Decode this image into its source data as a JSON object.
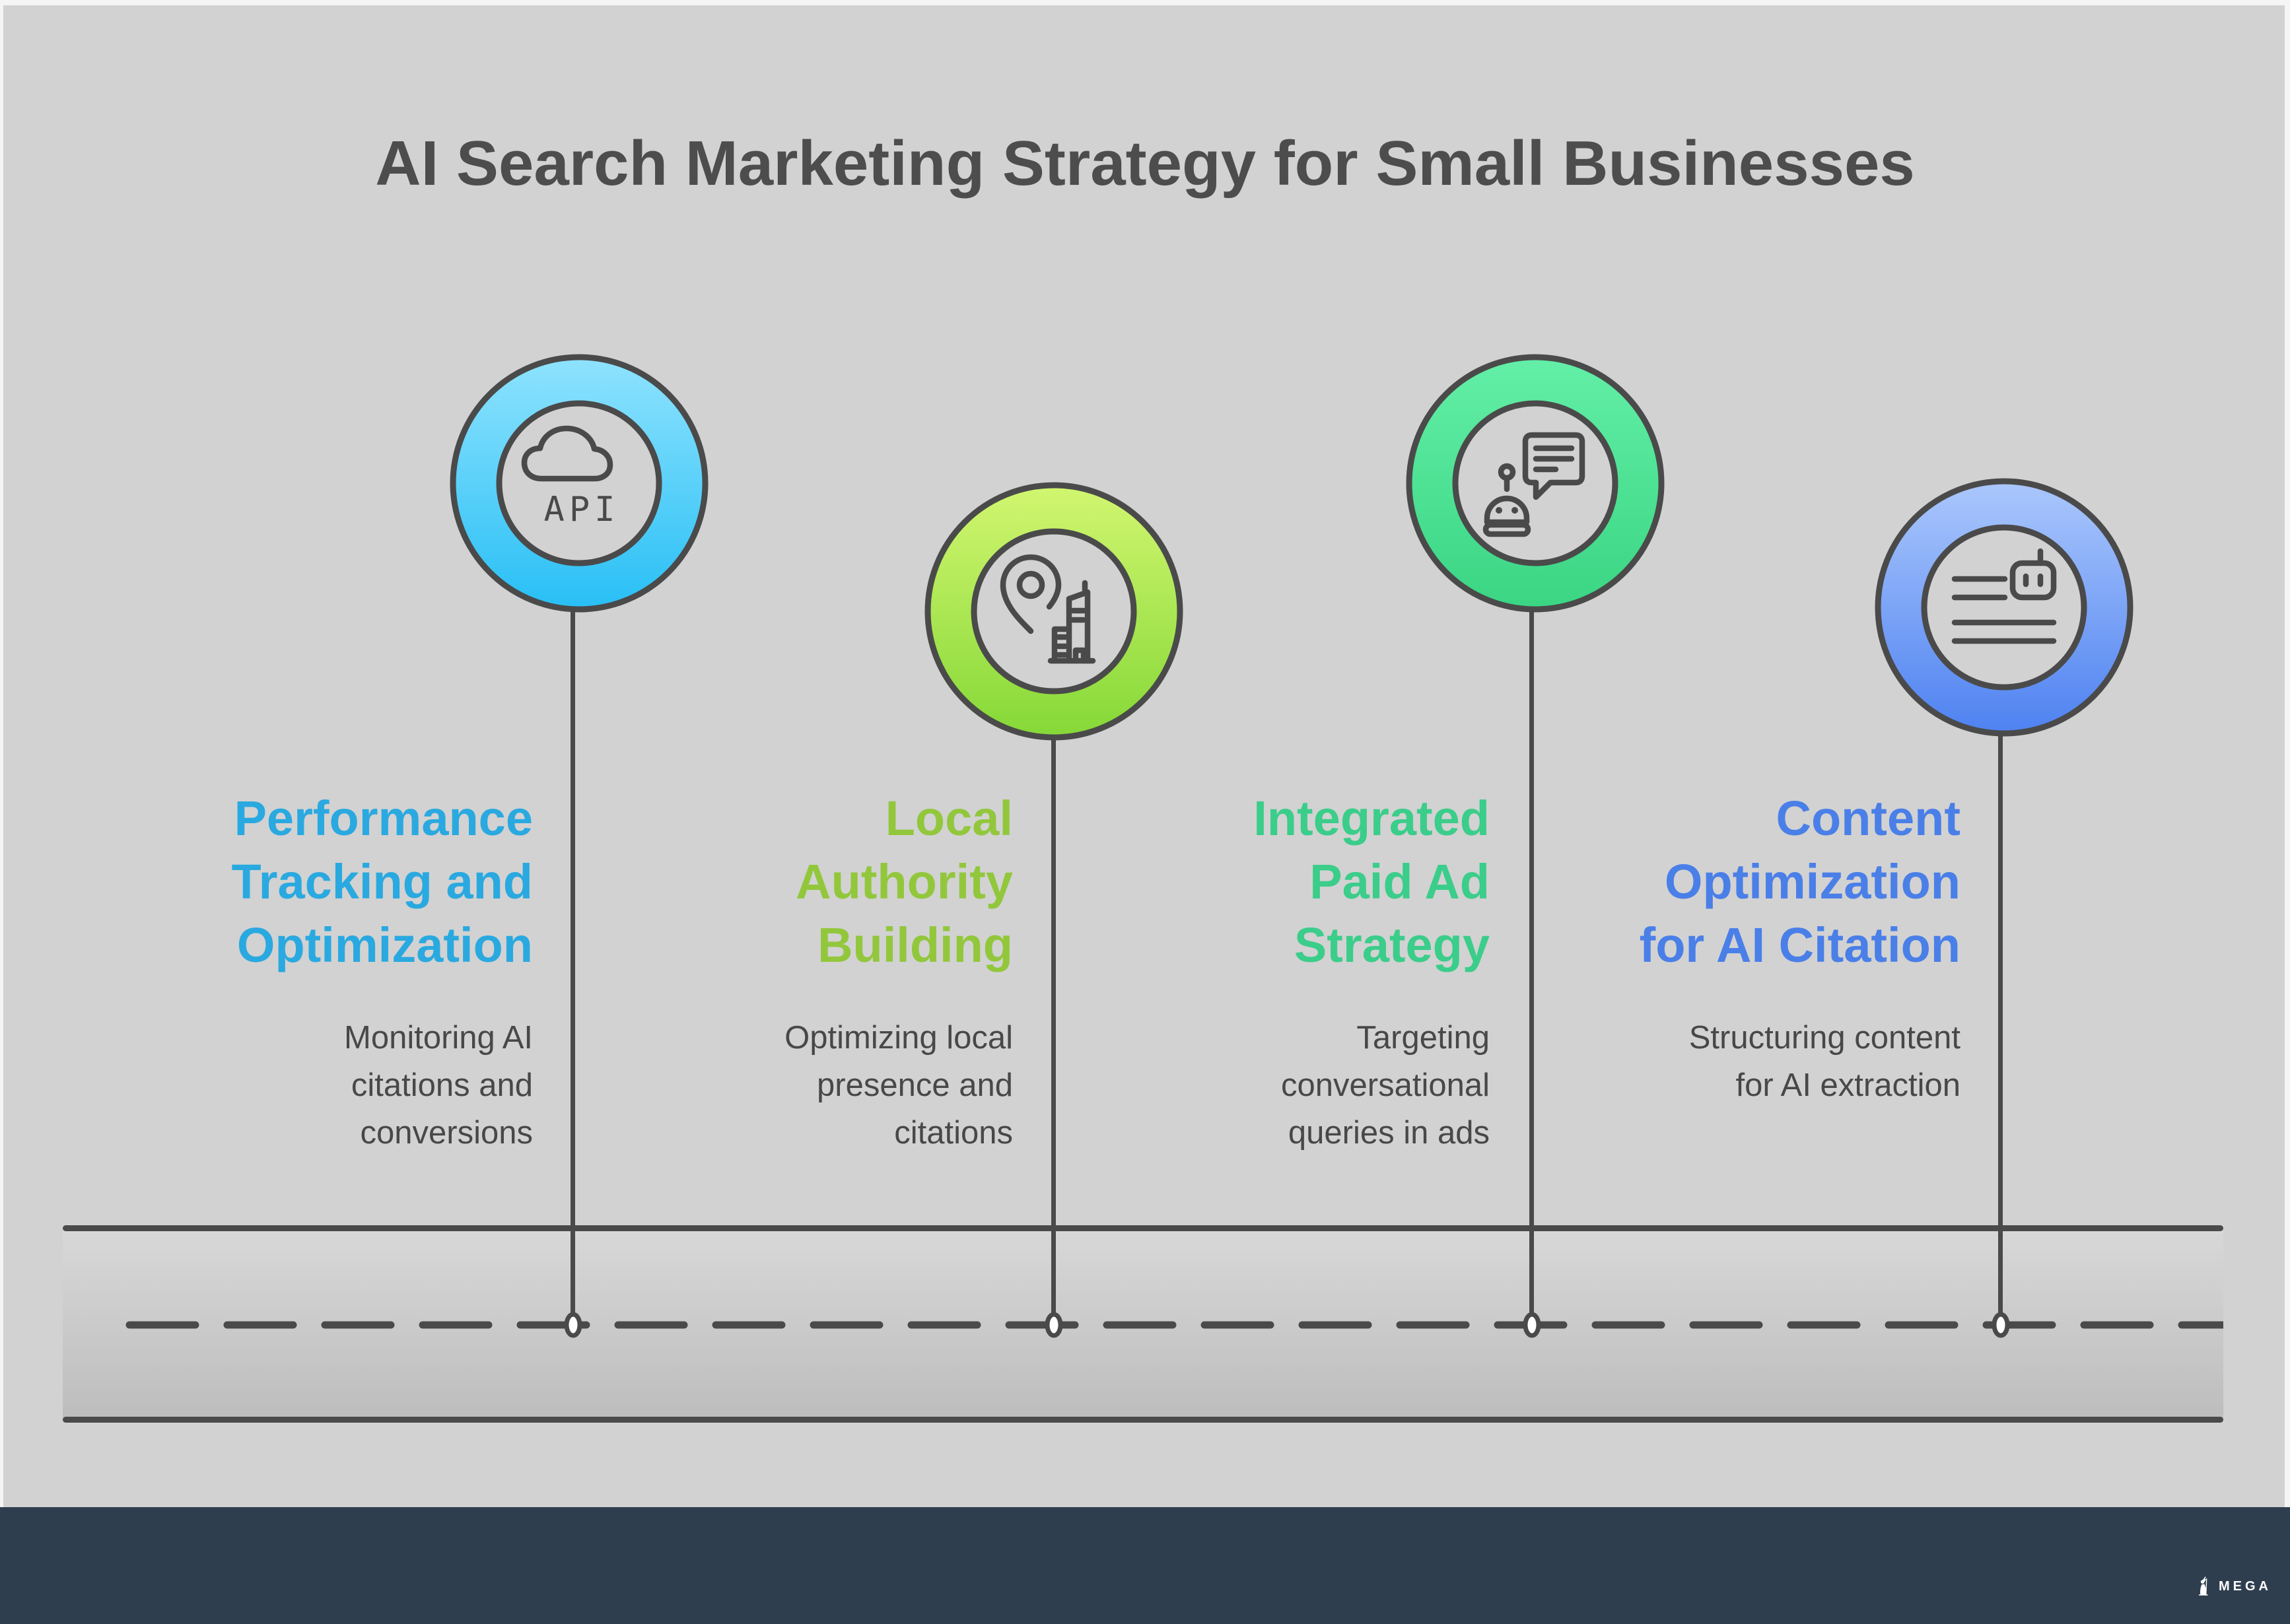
{
  "page": {
    "title": "AI Search Marketing Strategy for Small Businesses",
    "background_color": "#D2D2D2",
    "page_edge_color": "#F5F5F5",
    "outline_color": "#4A4A4A",
    "title_color": "#4D4D4D",
    "road_gradient_top": "#D8D8D8",
    "road_gradient_bottom": "#BDBDBD"
  },
  "milestones": [
    {
      "title": "Performance\nTracking and\nOptimization",
      "description": "Monitoring AI\ncitations and\nconversions",
      "accent_color": "#2AA9E0",
      "ring_gradient_top": "#8FE3FE",
      "ring_gradient_bottom": "#28BFF5",
      "icon": "cloud-api-icon",
      "icon_label": "API"
    },
    {
      "title": "Local\nAuthority\nBuilding",
      "description": "Optimizing local\npresence and\ncitations",
      "accent_color": "#92C73C",
      "ring_gradient_top": "#D2F670",
      "ring_gradient_bottom": "#85D837",
      "icon": "location-building-icon",
      "icon_label": ""
    },
    {
      "title": "Integrated\nPaid Ad\nStrategy",
      "description": "Targeting\nconversational\nqueries in ads",
      "accent_color": "#3BCD8A",
      "ring_gradient_top": "#63EFA7",
      "ring_gradient_bottom": "#3AD583",
      "icon": "chatbot-message-icon",
      "icon_label": ""
    },
    {
      "title": "Content\nOptimization\nfor AI Citation",
      "description": "Structuring content\nfor AI extraction",
      "accent_color": "#4A7FE8",
      "ring_gradient_top": "#ABC7FC",
      "ring_gradient_bottom": "#4E82F1",
      "icon": "document-robot-icon",
      "icon_label": ""
    }
  ],
  "footer": {
    "brand": "MEGA",
    "logo_icon": "wizard-logo-icon",
    "background_color": "#2E3E4F"
  }
}
